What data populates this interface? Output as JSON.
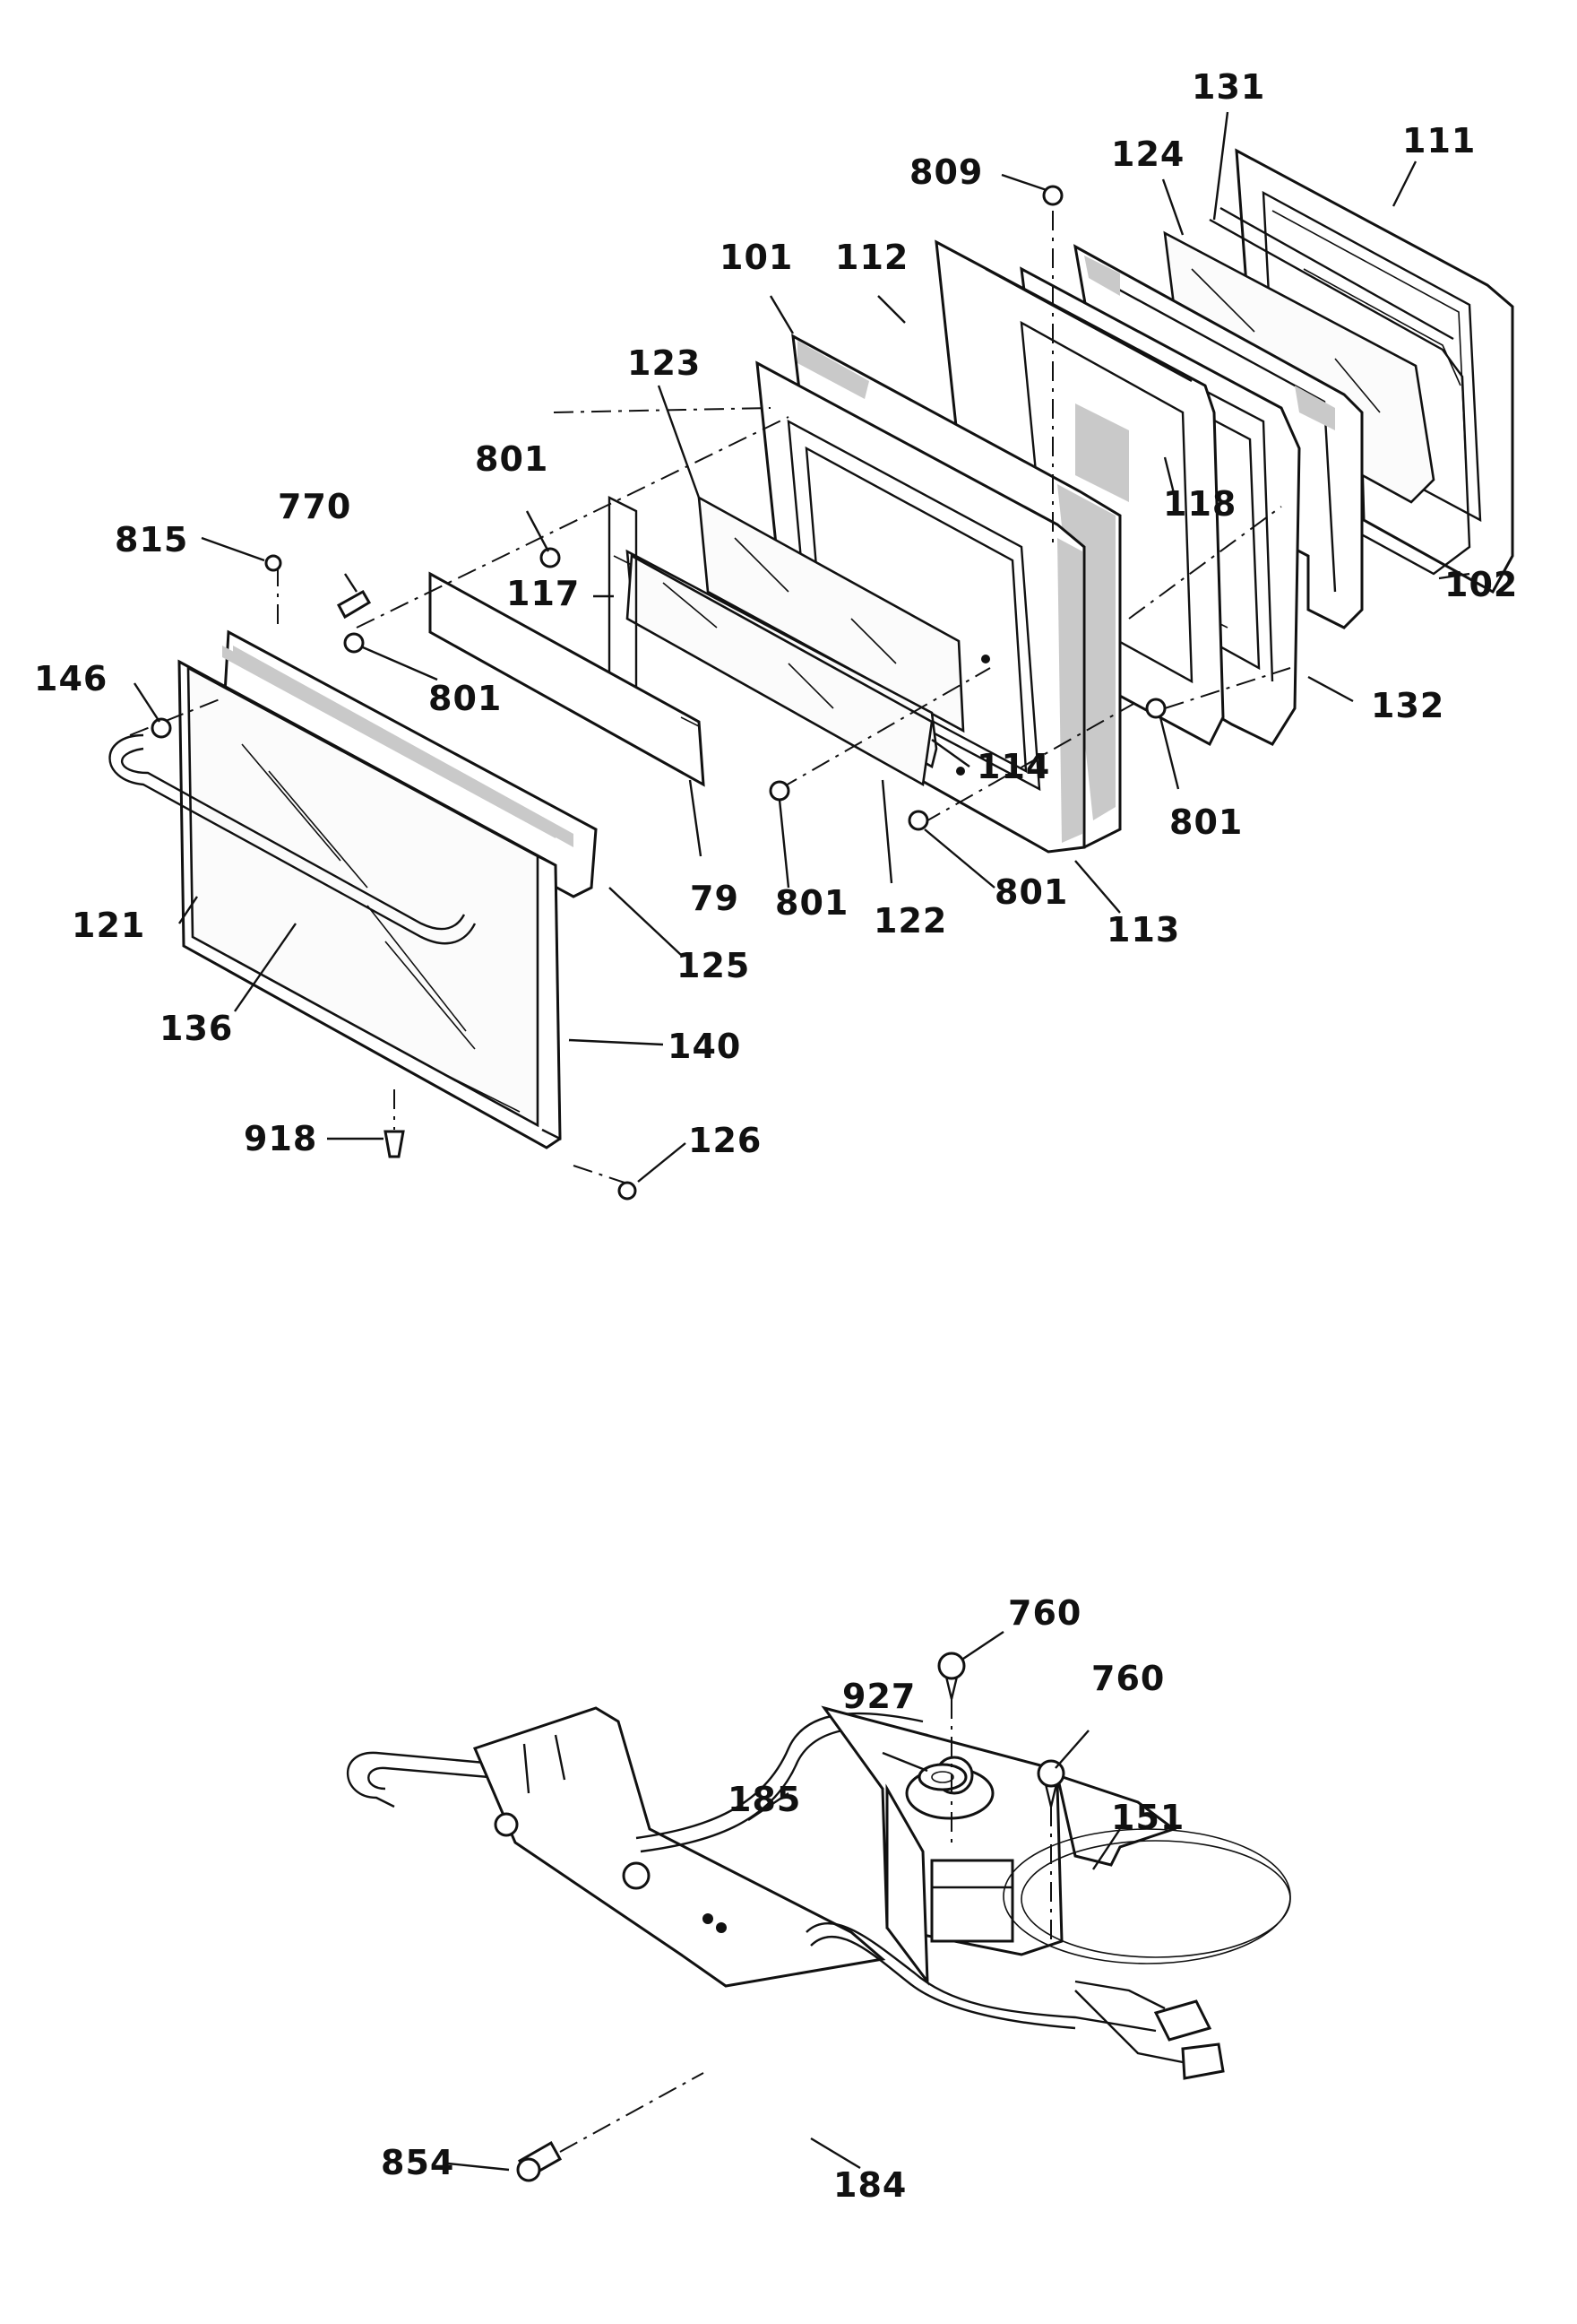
{
  "labels": {
    "l809": "809",
    "l131": "131",
    "l111": "111",
    "l124": "124",
    "l101": "101",
    "l112": "112",
    "l123": "123",
    "l801a": "801",
    "l770": "770",
    "l815": "815",
    "l118": "118",
    "l102": "102",
    "l117": "117",
    "l801b": "801",
    "l146": "146",
    "l132": "132",
    "l114": "114",
    "l801c": "801",
    "l79": "79",
    "l801d": "801",
    "l122": "122",
    "l801e": "801",
    "l113": "113",
    "l121": "121",
    "l125": "125",
    "l136": "136",
    "l140": "140",
    "l918": "918",
    "l126": "126",
    "l760a": "760",
    "l927": "927",
    "l760b": "760",
    "l185": "185",
    "l151": "151",
    "l854": "854",
    "l184": "184"
  }
}
